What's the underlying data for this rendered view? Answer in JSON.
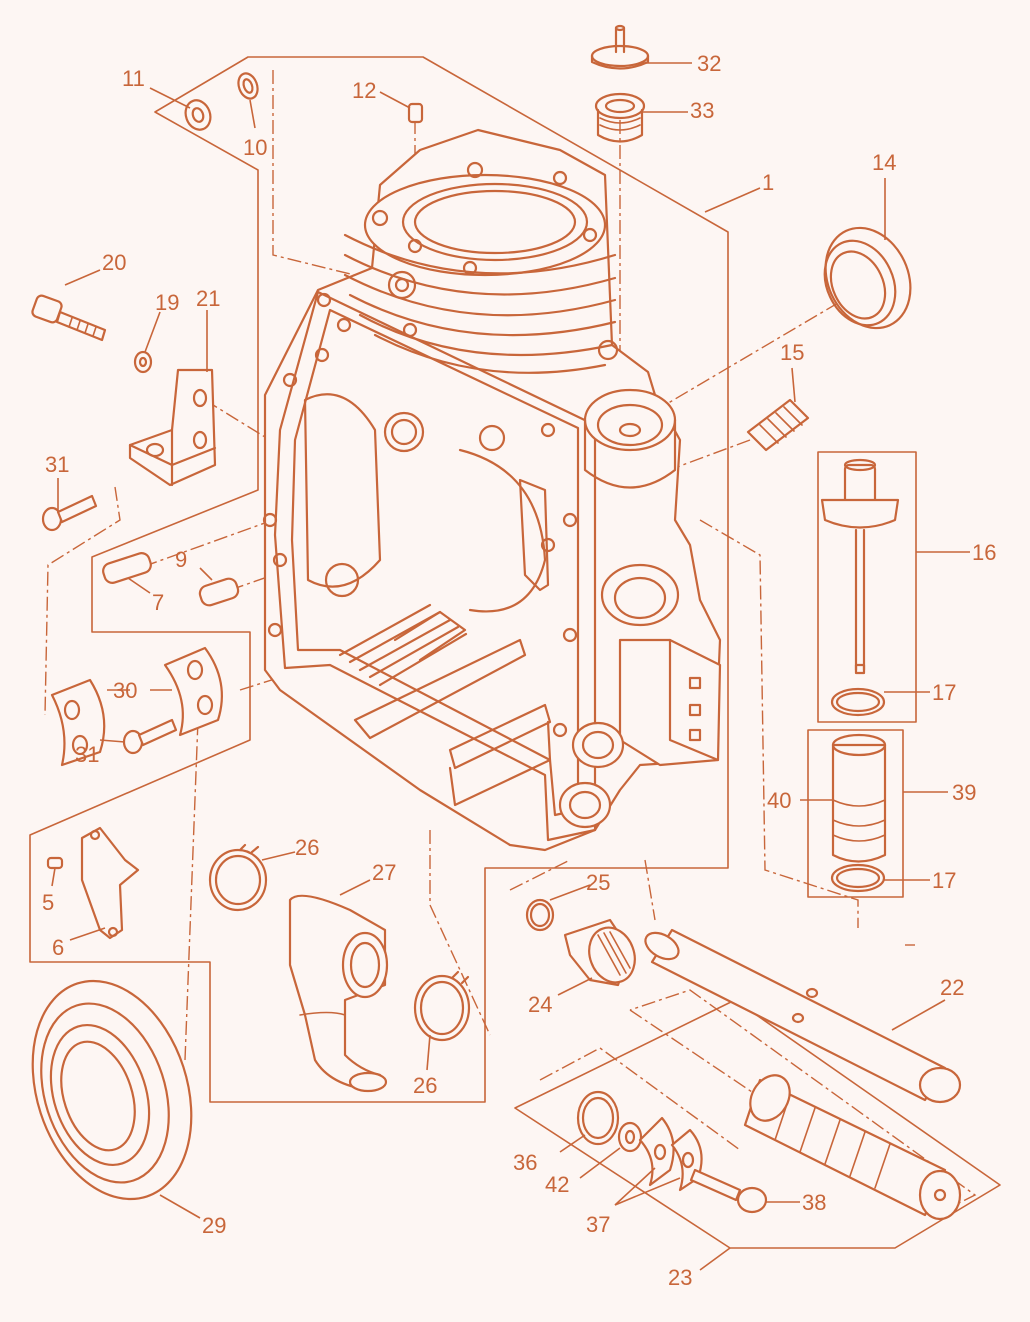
{
  "colors": {
    "line": "#c8663a",
    "background": "#fdf6f3"
  },
  "callouts": [
    {
      "id": "n1",
      "text": "1"
    },
    {
      "id": "n5",
      "text": "5"
    },
    {
      "id": "n6",
      "text": "6"
    },
    {
      "id": "n7",
      "text": "7"
    },
    {
      "id": "n9",
      "text": "9"
    },
    {
      "id": "n10",
      "text": "10"
    },
    {
      "id": "n11",
      "text": "11"
    },
    {
      "id": "n12",
      "text": "12"
    },
    {
      "id": "n14",
      "text": "14"
    },
    {
      "id": "n15",
      "text": "15"
    },
    {
      "id": "n16",
      "text": "16"
    },
    {
      "id": "n17a",
      "text": "17"
    },
    {
      "id": "n17b",
      "text": "17"
    },
    {
      "id": "n19",
      "text": "19"
    },
    {
      "id": "n20",
      "text": "20"
    },
    {
      "id": "n21",
      "text": "21"
    },
    {
      "id": "n22",
      "text": "22"
    },
    {
      "id": "n23",
      "text": "23"
    },
    {
      "id": "n24",
      "text": "24"
    },
    {
      "id": "n25",
      "text": "25"
    },
    {
      "id": "n26a",
      "text": "26"
    },
    {
      "id": "n26b",
      "text": "26"
    },
    {
      "id": "n27",
      "text": "27"
    },
    {
      "id": "n29",
      "text": "29"
    },
    {
      "id": "n30",
      "text": "30"
    },
    {
      "id": "n31a",
      "text": "31"
    },
    {
      "id": "n31b",
      "text": "31"
    },
    {
      "id": "n32",
      "text": "32"
    },
    {
      "id": "n33",
      "text": "33"
    },
    {
      "id": "n36",
      "text": "36"
    },
    {
      "id": "n37",
      "text": "37"
    },
    {
      "id": "n38",
      "text": "38"
    },
    {
      "id": "n39",
      "text": "39"
    },
    {
      "id": "n40",
      "text": "40"
    },
    {
      "id": "n42",
      "text": "42"
    }
  ]
}
